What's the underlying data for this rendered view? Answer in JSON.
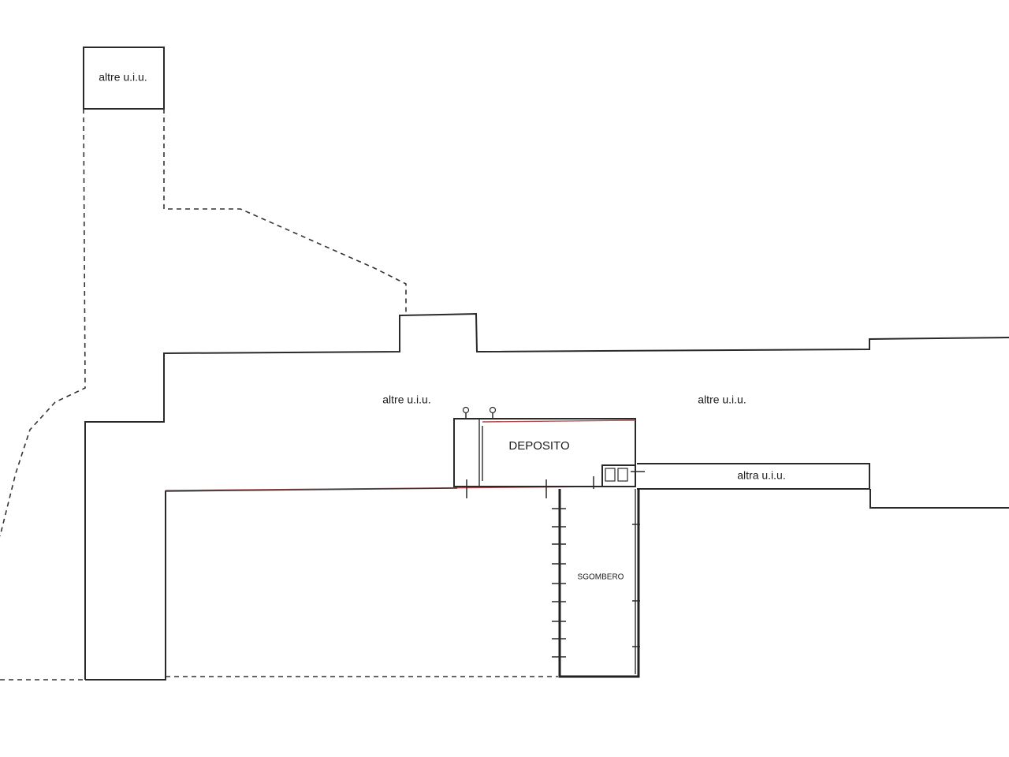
{
  "labels": {
    "other_units_top": "altre u.i.u.",
    "other_units_left": "altre u.i.u.",
    "other_units_right": "altre u.i.u.",
    "other_unit_corridor": "altra u.i.u.",
    "room_deposito": "DEPOSITO",
    "room_sgombero": "SGOMBERO"
  },
  "colors": {
    "line": "#2a2a2a",
    "accent_line": "#b04a4a",
    "background": "#ffffff"
  }
}
